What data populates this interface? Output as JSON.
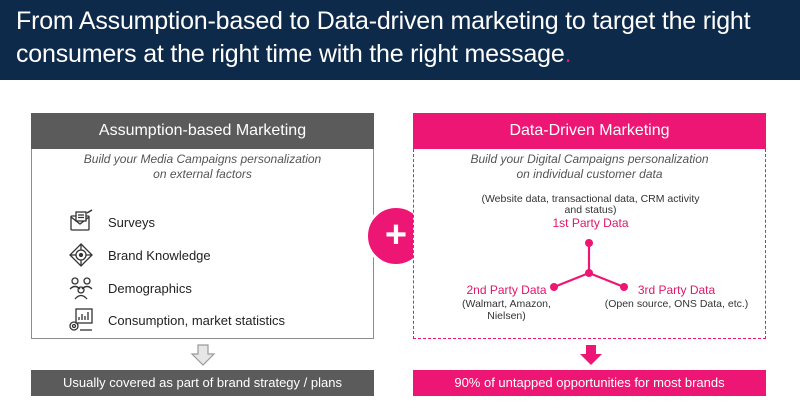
{
  "header": {
    "line1": "From Assumption-based to Data-driven marketing to target the right",
    "line2": "consumers at the right time with the right message",
    "dot": "."
  },
  "left_card": {
    "title": "Assumption-based Marketing",
    "subtitle_line1": "Build your Media Campaigns personalization",
    "subtitle_line2": "on external factors",
    "items": [
      {
        "label": "Surveys",
        "icon": "survey-icon"
      },
      {
        "label": "Brand Knowledge",
        "icon": "brand-knowledge-icon"
      },
      {
        "label": "Demographics",
        "icon": "demographics-icon"
      },
      {
        "label": "Consumption, market statistics",
        "icon": "statistics-icon"
      }
    ],
    "footer": "Usually covered as part of brand strategy / plans"
  },
  "plus": "+",
  "right_card": {
    "title": "Data-Driven Marketing",
    "subtitle_line1": "Build your Digital Campaigns personalization",
    "subtitle_line2": "on individual customer data",
    "first_party": {
      "desc_line1": "(Website data, transactional data, CRM activity",
      "desc_line2": "and status)",
      "label": "1st Party Data"
    },
    "second_party": {
      "label": "2nd Party Data",
      "desc_line1": "(Walmart, Amazon,",
      "desc_line2": "Nielsen)"
    },
    "third_party": {
      "label": "3rd Party Data",
      "desc_line1": "(Open source, ONS Data, etc.)"
    },
    "footer": "90% of untapped opportunities for most brands"
  },
  "colors": {
    "header_bg": "#0e2a4a",
    "brand_pink": "#ee1674",
    "gray": "#5b5b5b"
  }
}
